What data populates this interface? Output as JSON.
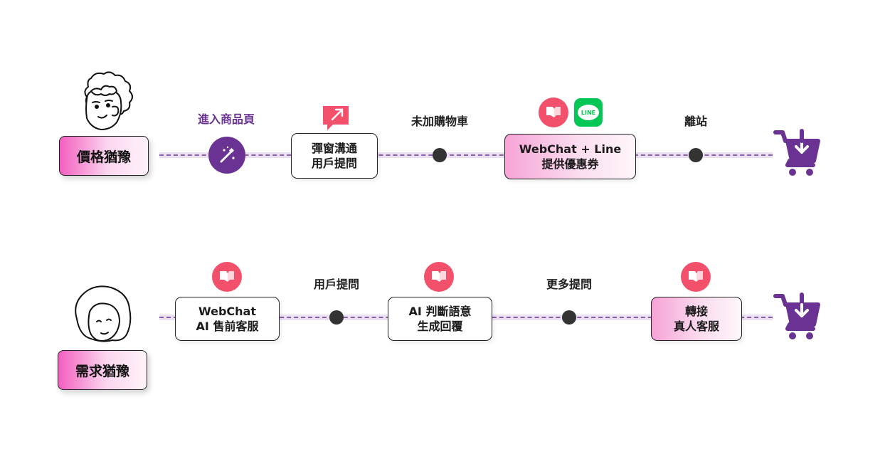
{
  "row1": {
    "persona_label": "價格猶豫",
    "label_enter": "進入商品頁",
    "popup_box": [
      "彈窗溝通",
      "用戶提問"
    ],
    "label_cart": "未加購物車",
    "webchat_line_box": [
      "WebChat + Line",
      "提供優惠券"
    ],
    "label_leave": "離站",
    "line_logo_text": "LINE"
  },
  "row2": {
    "persona_label": "需求猶豫",
    "presale_box": [
      "WebChat",
      "AI 售前客服"
    ],
    "label_ask": "用戶提問",
    "ai_box": [
      "AI 判斷語意",
      "生成回覆"
    ],
    "label_more": "更多提問",
    "human_box": [
      "轉接",
      "真人客服"
    ]
  },
  "icons": {
    "magic": "magic-wand-icon",
    "popup": "popup-chat-icon",
    "webchat": "webchat-icon",
    "line": "line-icon",
    "cart": "shopping-cart-icon",
    "persona": "person-avatar-icon"
  },
  "colors": {
    "purple": "#6a3393",
    "pink": "#f2506b",
    "line_green": "#06c755",
    "track": "#ebe1f3"
  }
}
